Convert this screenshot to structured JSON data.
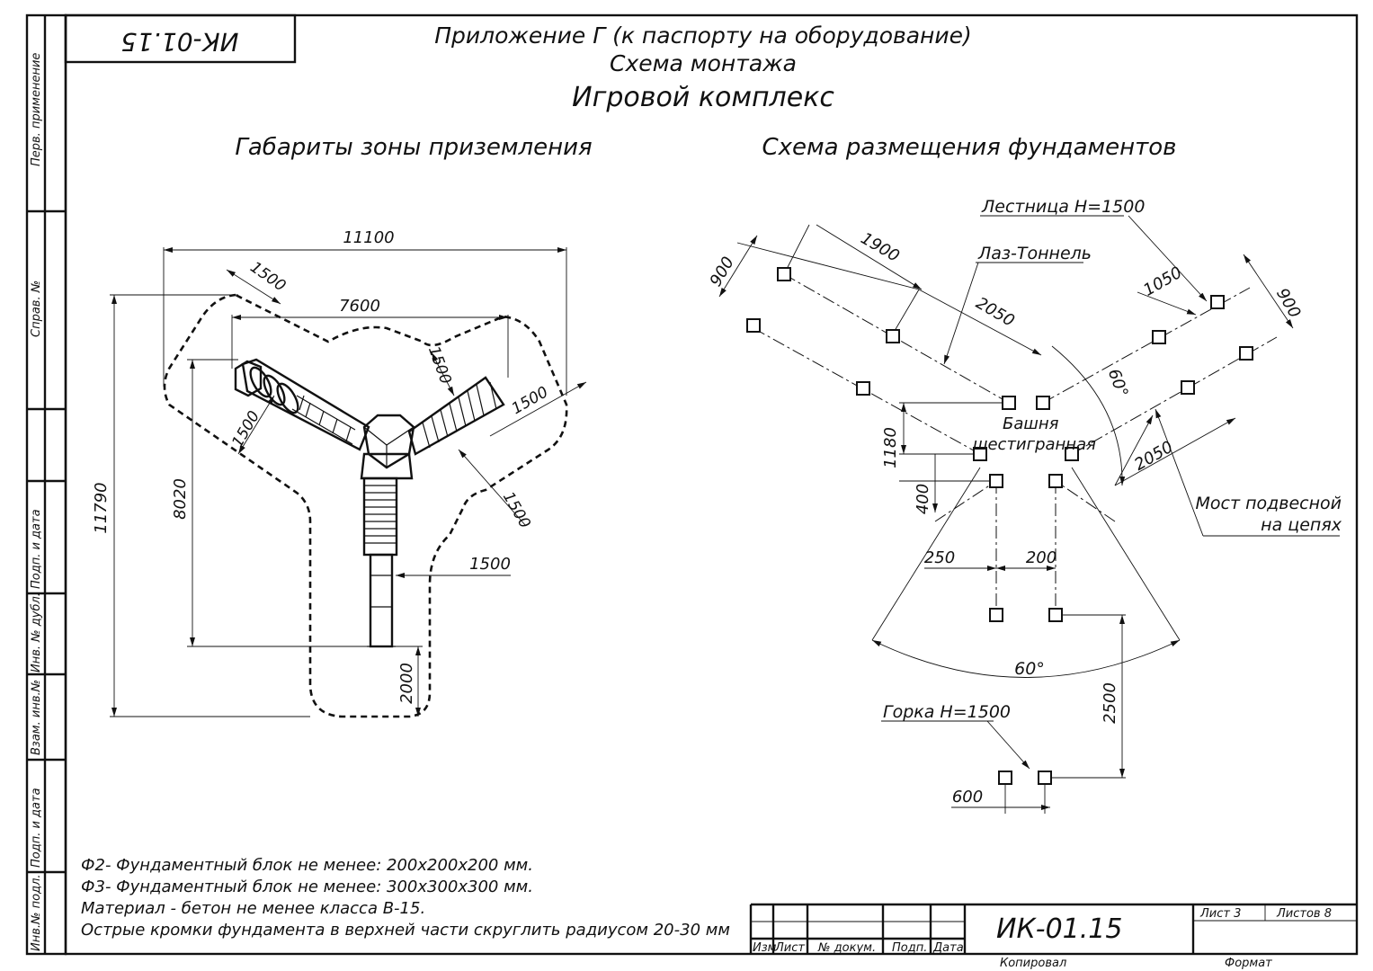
{
  "stamp_code": "ИК-01.15",
  "title": {
    "line1": "Приложение Г (к паспорту на оборудование)",
    "line2": "Схема монтажа",
    "line3": "Игровой комплекс"
  },
  "left_sidebar": {
    "labels": [
      "Перв. применение",
      "Справ. №",
      "Подп. и дата",
      "Инв. № дубл.",
      "Взам. инв.№",
      "Подп. и дата",
      "Инв.№ подл."
    ]
  },
  "left_view": {
    "heading": "Габариты зоны приземления",
    "dims": {
      "overall_width": "11100",
      "inner_width": "7600",
      "overall_height": "11790",
      "inner_height": "8020",
      "arm_left_top": "1500",
      "arm_left_side": "1500",
      "arm_right_top": "1500",
      "arm_right_side": "1500",
      "arm_right_bottom": "1500",
      "stem_side": "1500",
      "stem_bottom": "2000"
    }
  },
  "right_view": {
    "heading": "Схема размещения фундаментов",
    "labels": {
      "ladder": "Лестница Н=1500",
      "tunnel": "Лаз-Тоннель",
      "tower_1": "Башня",
      "tower_2": "шестигранная",
      "bridge_1": "Мост подвесной",
      "bridge_2": "на цепях",
      "slide": "Горка Н=1500"
    },
    "dims": {
      "d900_left": "900",
      "d1900": "1900",
      "d2050_left": "2050",
      "d1050": "1050",
      "d900_right": "900",
      "d2050_right": "2050",
      "d1180": "1180",
      "d400": "400",
      "d250": "250",
      "d200": "200",
      "d2500": "2500",
      "d600": "600",
      "angle_top": "60°",
      "angle_bottom": "60°"
    }
  },
  "notes": [
    "Ф2- Фундаментный блок не менее: 200х200х200 мм.",
    "Ф3- Фундаментный блок не менее: 300х300х300 мм.",
    "Материал - бетон не менее класса В-15.",
    "Острые кромки фундамента в верхней части скруглить радиусом 20-30 мм"
  ],
  "title_block": {
    "headers": [
      "Изм",
      "Лист",
      "№ докум.",
      "Подп.",
      "Дата"
    ],
    "code": "ИК-01.15",
    "sheet_label": "Лист 3",
    "sheets_label": "Листов 8",
    "copied": "Копировал",
    "format": "Формат"
  }
}
